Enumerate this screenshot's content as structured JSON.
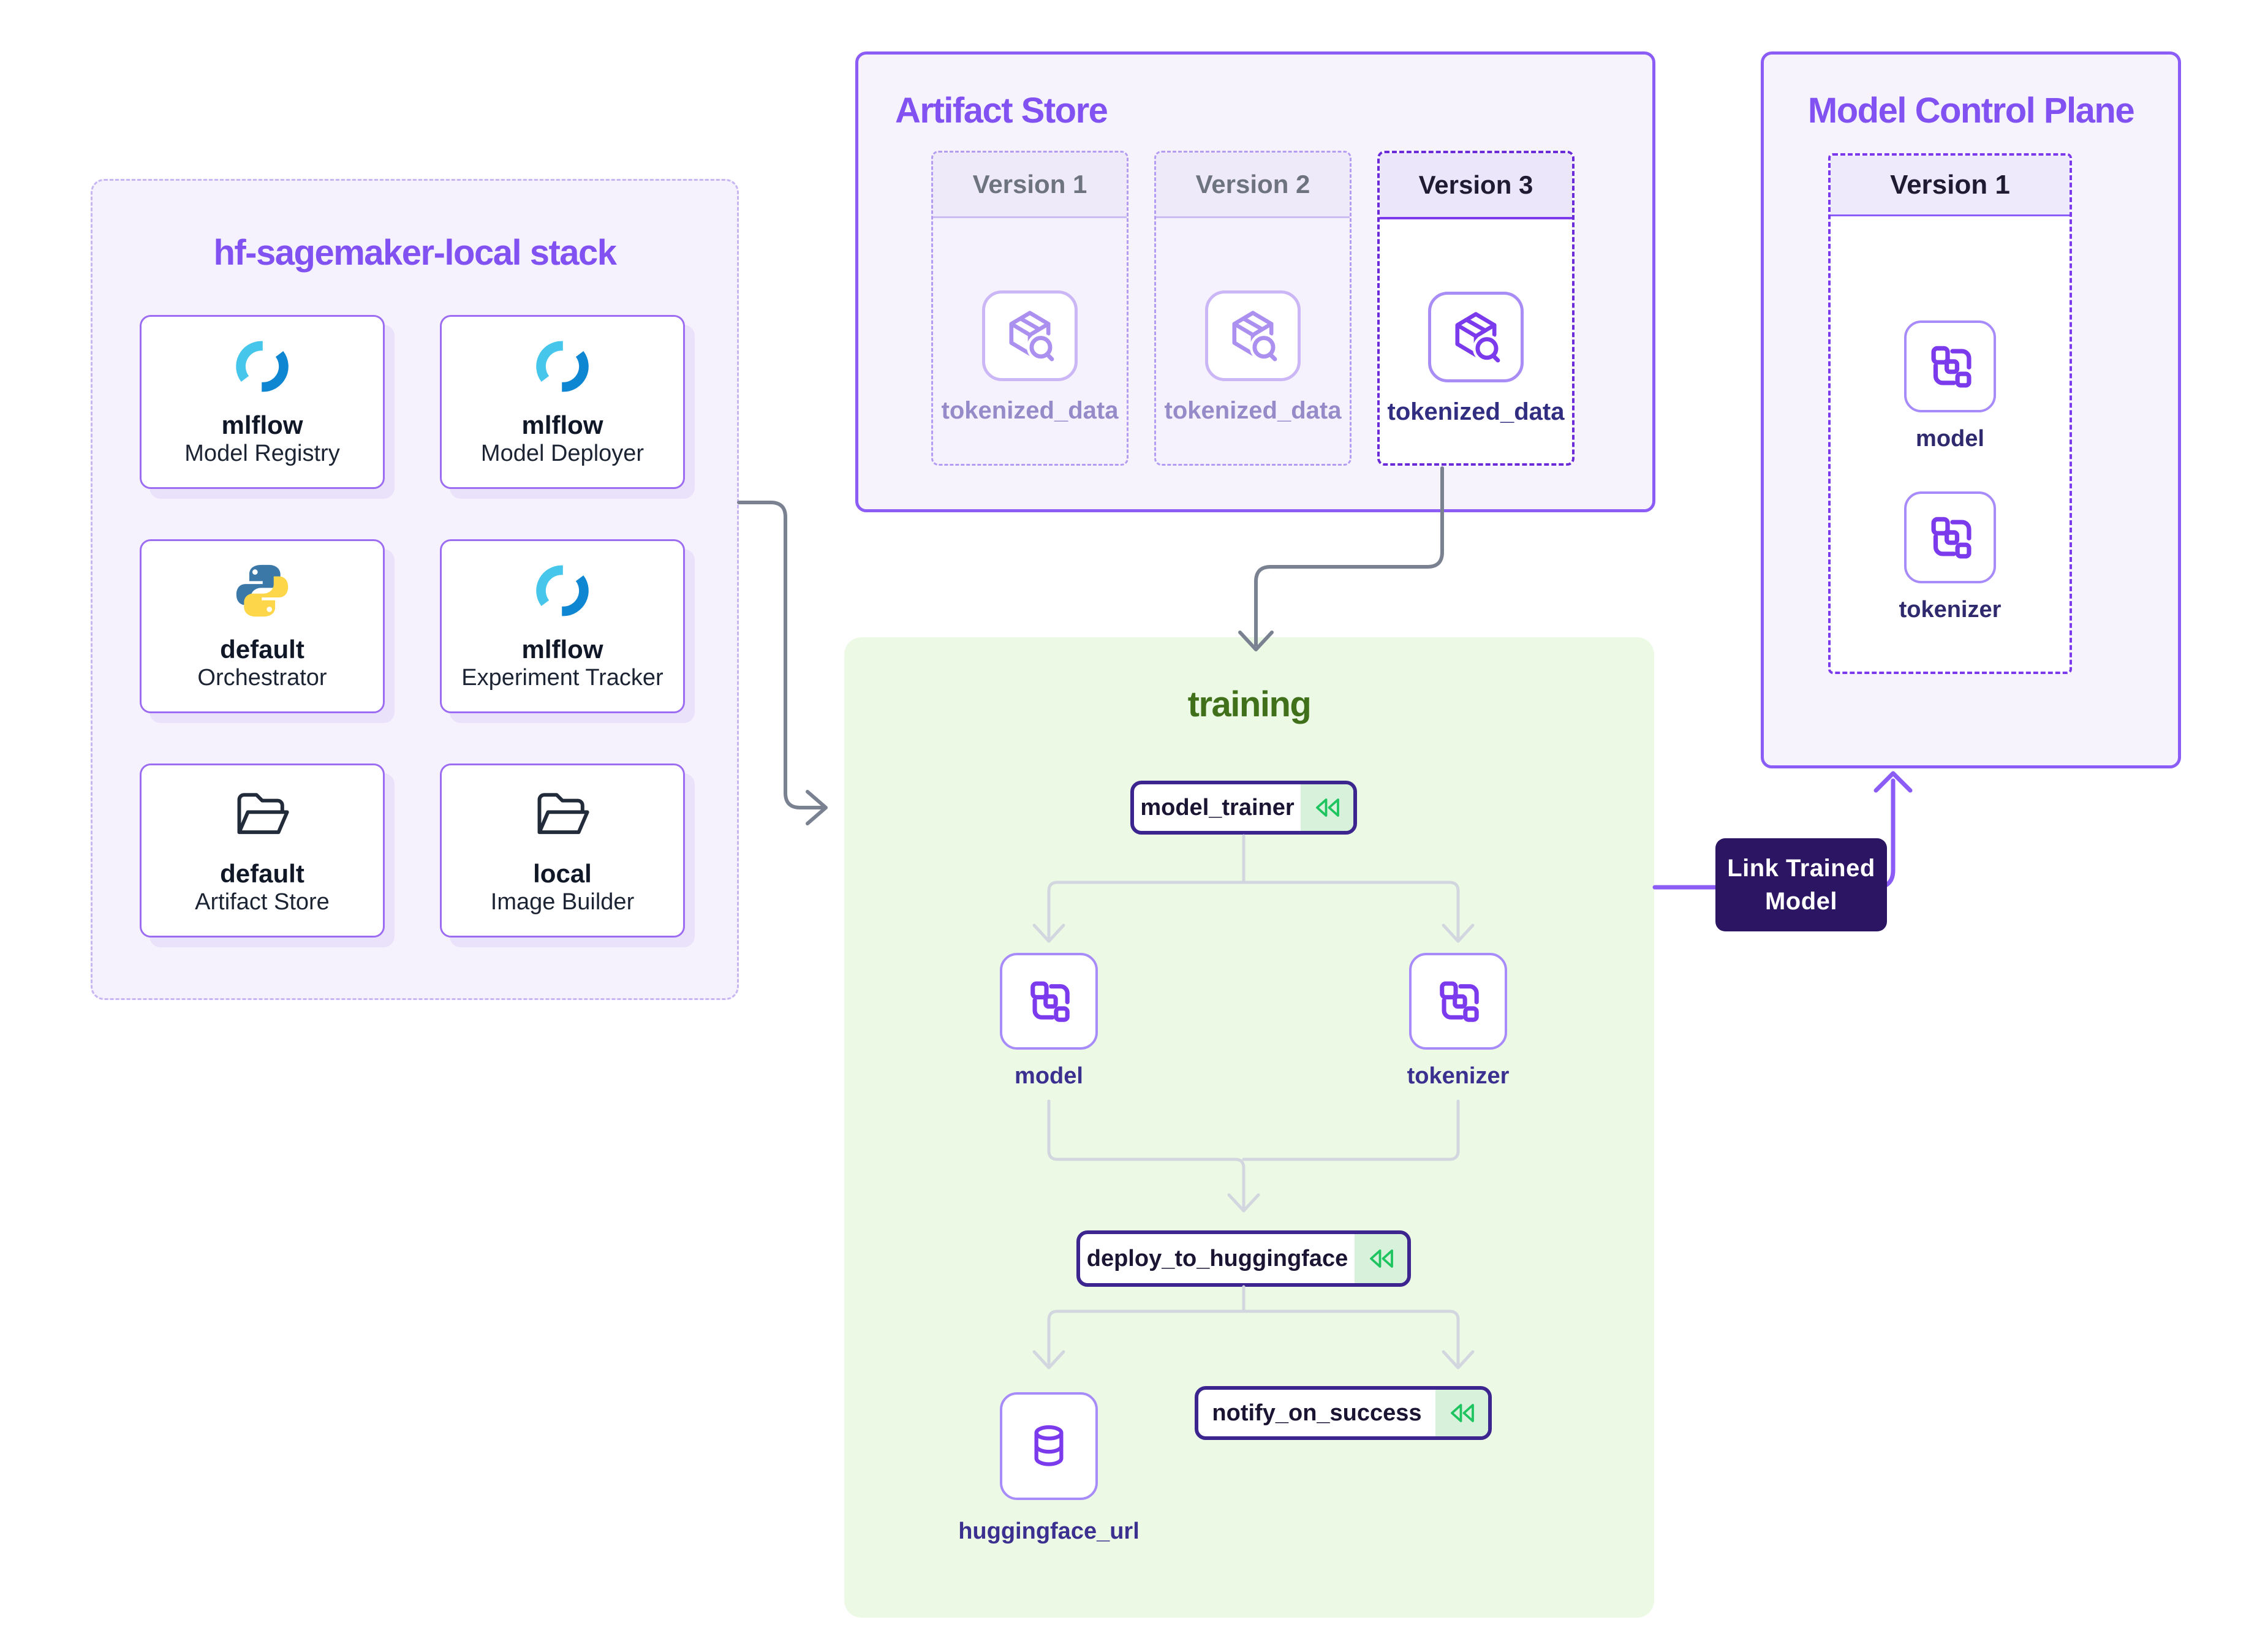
{
  "stack_panel": {
    "title": "hf-sagemaker-local stack",
    "cards": [
      {
        "name": "mlflow",
        "type": "Model Registry",
        "icon": "mlflow-icon"
      },
      {
        "name": "mlflow",
        "type": "Model Deployer",
        "icon": "mlflow-icon"
      },
      {
        "name": "default",
        "type": "Orchestrator",
        "icon": "python-icon"
      },
      {
        "name": "mlflow",
        "type": "Experiment Tracker",
        "icon": "mlflow-icon"
      },
      {
        "name": "default",
        "type": "Artifact Store",
        "icon": "folder-icon"
      },
      {
        "name": "local",
        "type": "Image Builder",
        "icon": "folder-icon"
      }
    ]
  },
  "artifact_store": {
    "title": "Artifact Store",
    "versions": [
      {
        "label": "Version 1",
        "artifact": "tokenized_data",
        "state": "previous"
      },
      {
        "label": "Version 2",
        "artifact": "tokenized_data",
        "state": "previous"
      },
      {
        "label": "Version 3",
        "artifact": "tokenized_data",
        "state": "latest"
      }
    ]
  },
  "model_control_plane": {
    "title": "Model Control Plane",
    "version_label": "Version 1",
    "artifacts": [
      {
        "label": "model"
      },
      {
        "label": "tokenizer"
      }
    ]
  },
  "training_pipeline": {
    "title": "training",
    "steps": {
      "model_trainer": "model_trainer",
      "deploy_to_huggingface": "deploy_to_huggingface",
      "notify_on_success": "notify_on_success"
    },
    "artifacts": {
      "model": "model",
      "tokenizer": "tokenizer",
      "huggingface_url": "huggingface_url"
    }
  },
  "link_badge": {
    "line1": "Link Trained",
    "line2": "Model"
  },
  "colors": {
    "accent_purple": "#8b5cf6",
    "deep_purple": "#6b2bd9",
    "badge_violet": "#2c1663",
    "step_border": "#3d2590",
    "rewind_green": "#1ec45f",
    "rewind_bg": "#d8f1da",
    "training_green": "#40701a",
    "training_bg": "#ecfae5",
    "connector_gray": "#7a8292",
    "connector_light": "#d2d6de",
    "panel_lavender": "#f6f2fd"
  }
}
